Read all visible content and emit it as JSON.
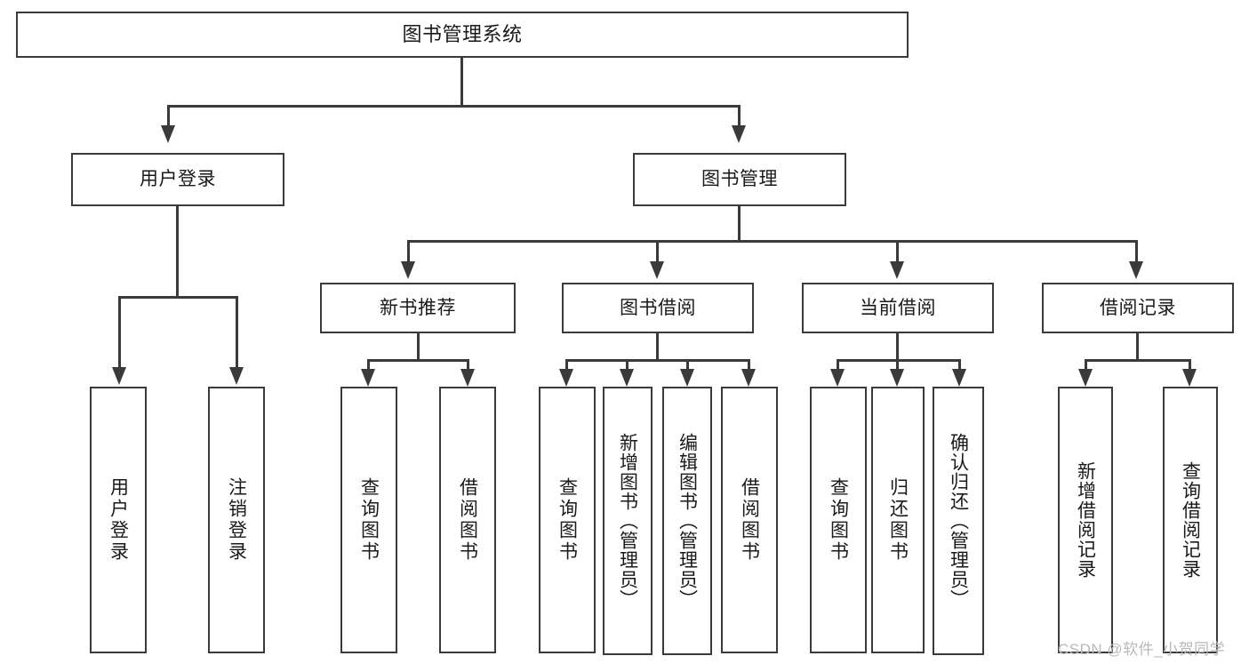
{
  "diagram": {
    "type": "tree-hierarchy-diagram",
    "title": "图书管理系统",
    "colors": {
      "stroke": "#3a3a3a",
      "fill": "#ffffff",
      "text": "#1a1a1a",
      "watermark": "#b9b9b9"
    },
    "root": {
      "label": "图书管理系统"
    },
    "level1": [
      {
        "label": "用户登录"
      },
      {
        "label": "图书管理"
      }
    ],
    "level2": [
      {
        "label": "新书推荐"
      },
      {
        "label": "图书借阅"
      },
      {
        "label": "当前借阅"
      },
      {
        "label": "借阅记录"
      }
    ],
    "leaves": {
      "user_login": [
        {
          "label": "用户登录"
        },
        {
          "label": "注销登录"
        }
      ],
      "new_book_recommend": [
        {
          "label": "查询图书"
        },
        {
          "label": "借阅图书"
        }
      ],
      "book_borrow": [
        {
          "label": "查询图书"
        },
        {
          "label": "新增图书（管理员）"
        },
        {
          "label": "编辑图书（管理员）"
        },
        {
          "label": "借阅图书"
        }
      ],
      "current_borrow": [
        {
          "label": "查询图书"
        },
        {
          "label": "归还图书"
        },
        {
          "label": "确认归还（管理员）"
        }
      ],
      "borrow_record": [
        {
          "label": "新增借阅记录"
        },
        {
          "label": "查询借阅记录"
        }
      ]
    }
  },
  "watermark": {
    "text": "CSDN @软件_小贺同学"
  }
}
